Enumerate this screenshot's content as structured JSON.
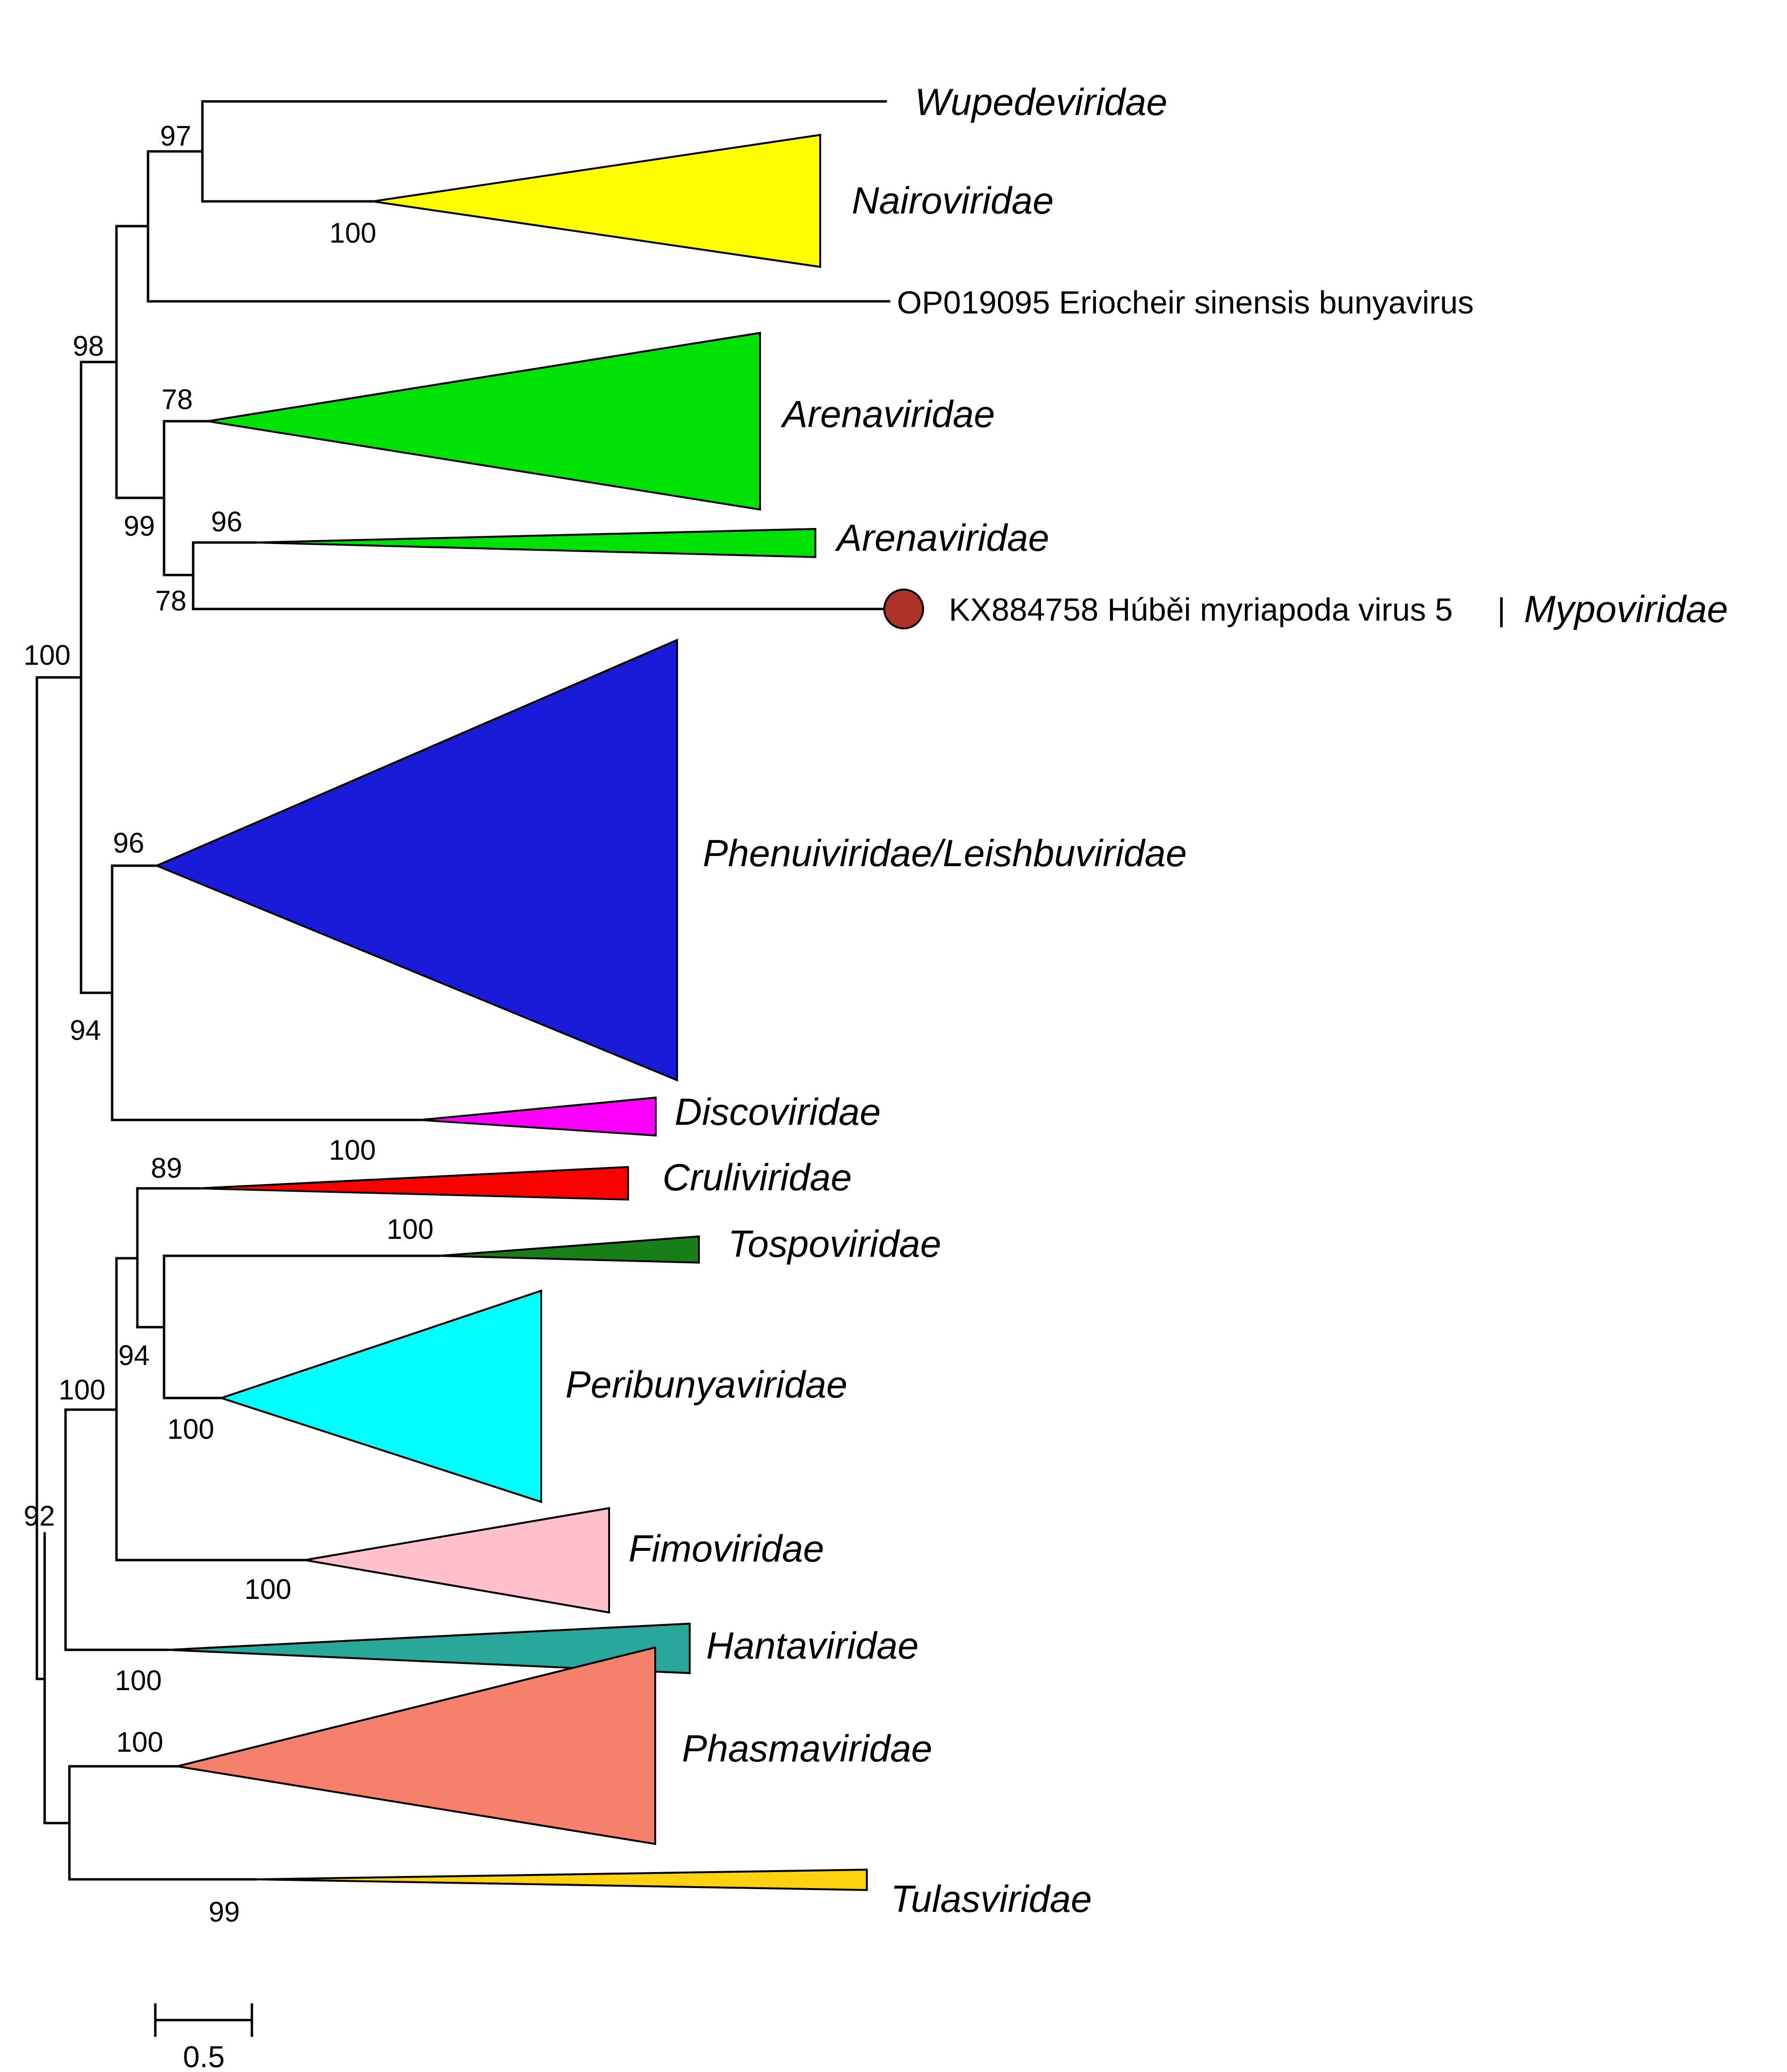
{
  "figure": {
    "type": "phylogenetic-tree-collapsed-clades",
    "background_color": "#ffffff",
    "line_color": "#000000"
  },
  "clades": {
    "wupedeviridae": {
      "label": "Wupedeviridae"
    },
    "nairoviridae": {
      "label": "Nairoviridae",
      "color": "#FFFF00"
    },
    "op019095": {
      "label": "OP019095 Eriocheir sinensis bunyavirus"
    },
    "arenaviridae_large": {
      "label": "Arenaviridae",
      "color": "#00E205"
    },
    "arenaviridae_small": {
      "label": "Arenaviridae",
      "color": "#00E205"
    },
    "mypoviridae": {
      "accession_label": "KX884758 Húběi myriapoda virus 5",
      "separator": "|",
      "family_label": "Mypoviridae",
      "marker_color": "#B03128"
    },
    "phenuiviridae": {
      "label": "Phenuiviridae/Leishbuviridae",
      "color": "#1A1AD9"
    },
    "discoviridae": {
      "label": "Discoviridae",
      "color": "#FF00FF"
    },
    "cruliviridae": {
      "label": "Cruliviridae",
      "color": "#FC0000"
    },
    "tospoviridae": {
      "label": "Tospoviridae",
      "color": "#187F18"
    },
    "peribunyaviridae": {
      "label": "Peribunyaviridae",
      "color": "#00FFFF"
    },
    "fimoviridae": {
      "label": "Fimoviridae",
      "color": "#FFC0CB"
    },
    "hantaviridae": {
      "label": "Hantaviridae",
      "color": "#2AA79B"
    },
    "phasmaviridae": {
      "label": "Phasmaviridae",
      "color": "#F5806B"
    },
    "tulasviridae": {
      "label": "Tulasviridae",
      "color": "#FFD211"
    }
  },
  "supports": {
    "s97_wupede_nairo": "97",
    "s100_nairoviridae": "100",
    "s98_upper": "98",
    "s78_arenaviridae_large": "78",
    "s99_arena_clade": "99",
    "s96_arenaviridae_small": "96",
    "s78_mypo_pair": "78",
    "s100_upper_root": "100",
    "s96_phenuiviridae": "96",
    "s94_phenui_disco": "94",
    "s100_discoviridae": "100",
    "s89_cruli_clade": "89",
    "s100_tospoviridae": "100",
    "s94_tospo_peribunya": "94",
    "s100_mid_clade": "100",
    "s100_peribunyaviridae": "100",
    "s92_lower_clade": "92",
    "s100_fimoviridae": "100",
    "s100_hantaviridae": "100",
    "s100_phasmaviridae": "100",
    "s99_tulasviridae": "99"
  },
  "scale_bar": {
    "label": "0.5"
  }
}
